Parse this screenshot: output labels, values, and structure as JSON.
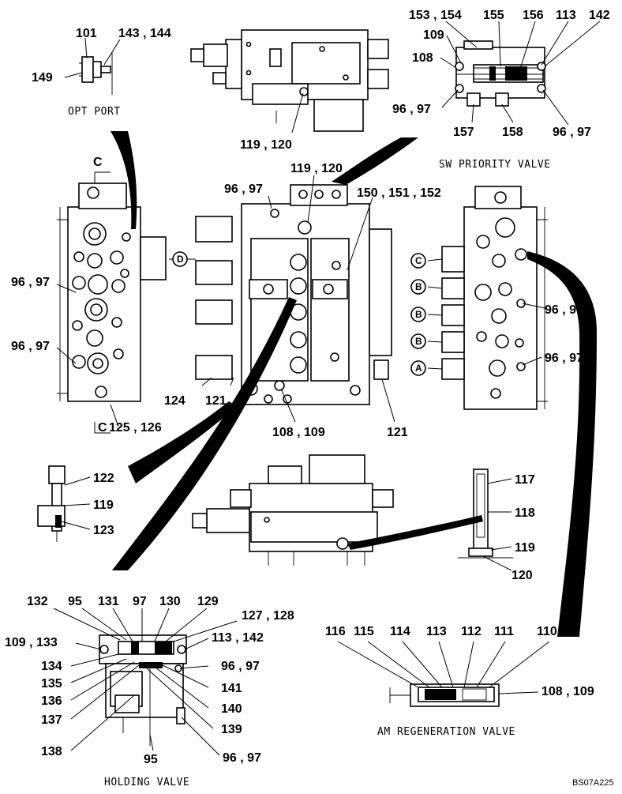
{
  "captions": {
    "opt_port": "OPT PORT",
    "sw_priority": "SW PRIORITY VALVE",
    "am_regen": "AM REGENERATION VALVE",
    "holding": "HOLDING VALVE",
    "code": "BS07A225"
  },
  "section": {
    "c": "C"
  },
  "ports": {
    "a": "A",
    "b": "B",
    "c": "C",
    "d": "D"
  },
  "labels": {
    "l101": "101",
    "l143_144": "143 , 144",
    "l149": "149",
    "l153_154": "153 , 154",
    "l155": "155",
    "l156": "156",
    "l113": "113",
    "l142": "142",
    "l109": "109",
    "l108": "108",
    "l96_97_swl": "96 , 97",
    "l157": "157",
    "l158": "158",
    "l96_97_swr": "96 , 97",
    "l119_120_top": "119 , 120",
    "l119_120_mid": "119 , 120",
    "l96_97_mid": "96 , 97",
    "l150_152": "150 , 151 , 152",
    "l96_97_l1": "96 , 97",
    "l96_97_l2": "96 , 97",
    "l96_97_r1": "96 , 97",
    "l96_97_r2": "96 , 97",
    "l124": "124",
    "l121_a": "121",
    "l125_126": "125 , 126",
    "l108_109_c": "108 , 109",
    "l121_b": "121",
    "l122": "122",
    "l119_d": "119",
    "l123": "123",
    "l117": "117",
    "l118": "118",
    "l119_r": "119",
    "l120_r": "120",
    "l132": "132",
    "l95_a": "95",
    "l131": "131",
    "l97": "97",
    "l130": "130",
    "l129": "129",
    "l127_128": "127 , 128",
    "l109_133": "109 , 133",
    "l113_142_h": "113 , 142",
    "l134": "134",
    "l96_97_h1": "96 , 97",
    "l135": "135",
    "l141": "141",
    "l136": "136",
    "l140": "140",
    "l137": "137",
    "l139": "139",
    "l138": "138",
    "l95_b": "95",
    "l96_97_h2": "96 , 97",
    "l116": "116",
    "l115": "115",
    "l114": "114",
    "l113_am": "113",
    "l112": "112",
    "l111": "111",
    "l110": "110",
    "l108_109_am": "108 , 109"
  }
}
